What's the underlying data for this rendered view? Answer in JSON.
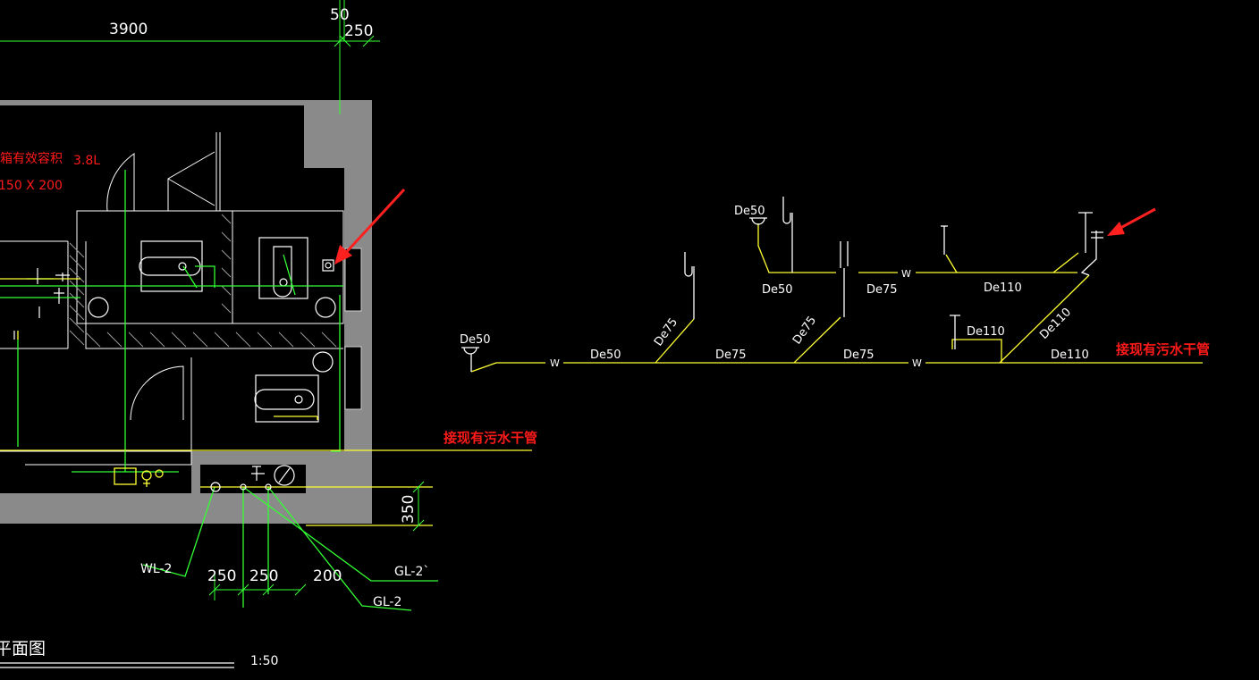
{
  "plan": {
    "dims": {
      "d3900": "3900",
      "d50": "50",
      "d250_top": "250",
      "d350": "350",
      "d250_a": "250",
      "d250_b": "250",
      "d200": "200"
    },
    "tank_note": "水箱有效容积",
    "tank_volume": "3.8L",
    "tank_size": "150 X 200",
    "main_pipe_note": "接现有污水干管",
    "labels": {
      "wl2": "WL-2",
      "gl2_prime": "GL-2`",
      "gl2": "GL-2"
    },
    "title": "平面图",
    "scale": "1:50"
  },
  "iso": {
    "pipe_letter": "W",
    "labels": {
      "de50_top": "De50",
      "de50_left": "De50",
      "de50_seg1": "De50",
      "de50_seg2": "De50",
      "de75_branch1": "De75",
      "de75_branch2": "De75",
      "de75_seg1": "De75",
      "de75_seg2": "De75",
      "de75_upper": "De75",
      "de110_upper": "De110",
      "de110_mid": "De110",
      "de110_diag": "De110",
      "de110_bottom": "De110"
    },
    "main_pipe_note": "接现有污水干管"
  },
  "colors": {
    "background": "#000000",
    "wall": "#8a8a8a",
    "pipe_yellow": "#ffff33",
    "pipe_green": "#33ff33",
    "annotation_red": "#ff1a1a",
    "arrow_red": "#ff2020"
  }
}
